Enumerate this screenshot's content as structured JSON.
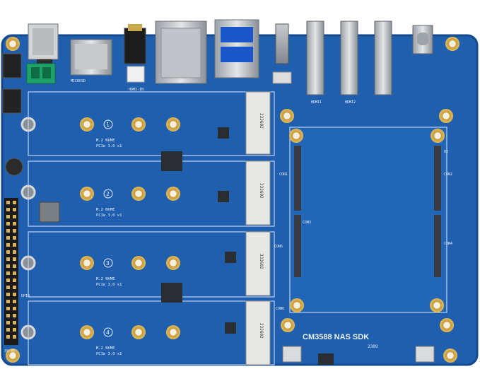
{
  "board": {
    "title": "CM3588 NAS SDK",
    "pcb_color": "#1f5fae",
    "hole_color": "#d9b24a",
    "slot_labels": [
      {
        "index": "1",
        "name": "M.2 NVME",
        "spec": "PCIe 3.0 x1"
      },
      {
        "index": "2",
        "name": "M.2 NVME",
        "spec": "PCIe 3.0 x1"
      },
      {
        "index": "3",
        "name": "M.2 NVME",
        "spec": "PCIe 3.0 x1"
      },
      {
        "index": "4",
        "name": "M.2 NVME",
        "spec": "PCIe 3.0 x1"
      }
    ],
    "connector_part": "333602",
    "small_labels": {
      "microsd": "MICROSD",
      "hdmi_in": "HDMI-IN",
      "gpio": "GPIO",
      "rev": "2309",
      "con1": "CON1",
      "con2": "CON2",
      "con3": "CON3",
      "con4": "CON4",
      "con5": "CON5",
      "u2": "U2",
      "con6": "CON6",
      "hdmi1": "HDMI1",
      "hdmi2": "HDMI2",
      "pin": "39 40"
    }
  }
}
